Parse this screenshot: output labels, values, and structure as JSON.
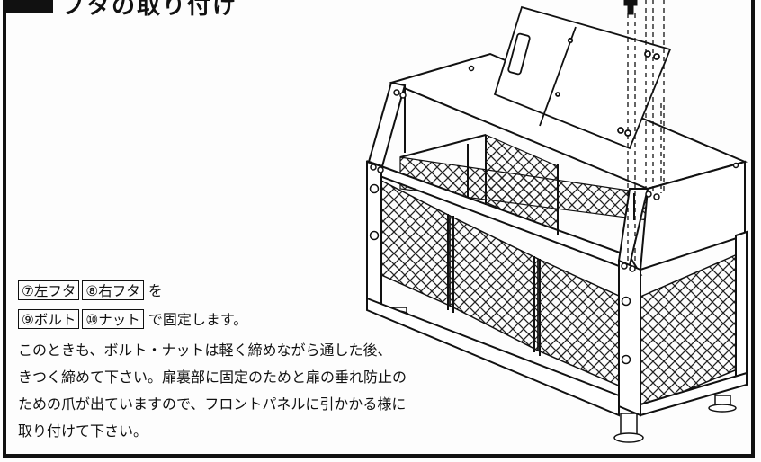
{
  "heading": "フタの取り付け",
  "parts_line1": [
    "⑦左フタ",
    "⑧右フタ"
  ],
  "line1_suffix": "を",
  "parts_line2": [
    "⑨ボルト",
    "⑩ナット"
  ],
  "line2_suffix": "で固定します。",
  "paragraph": [
    "このときも、ボルト・ナットは軽く締めながら通した後、",
    "きつく締めて下さい。扉裏部に固定のためと扉の垂れ防止の",
    "ための爪が出ていますので、フロントパネルに引かかる様に",
    "取り付けて下さい。"
  ]
}
